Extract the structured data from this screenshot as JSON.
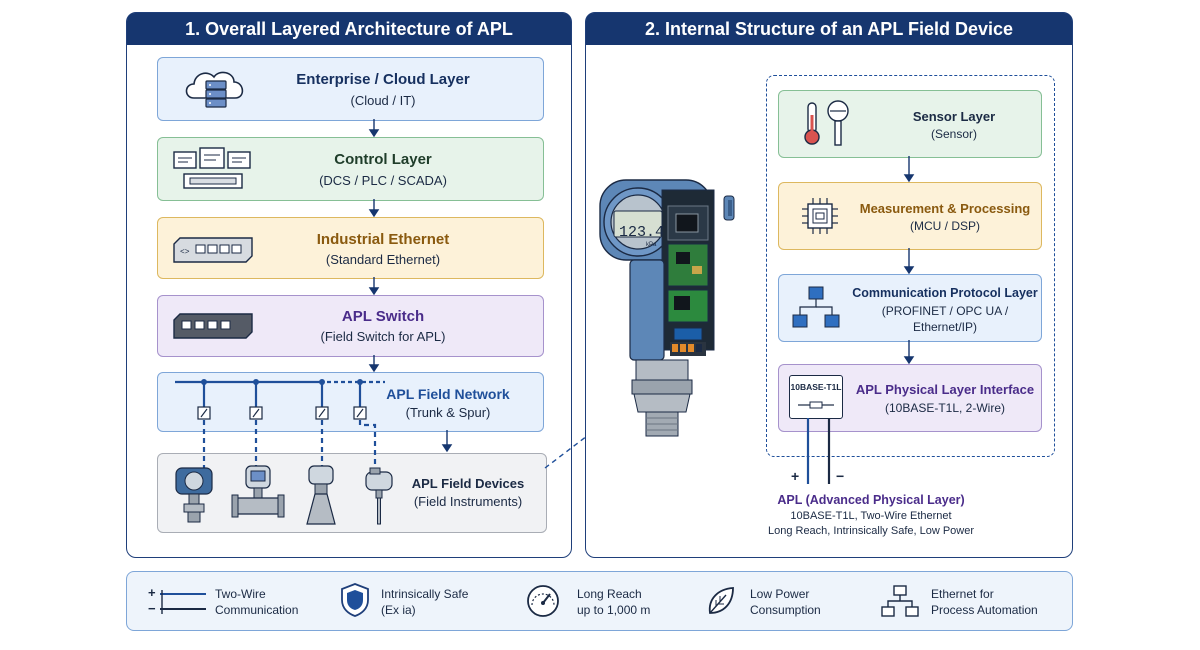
{
  "left_panel": {
    "title": "1. Overall Layered Architecture of APL",
    "layers": [
      {
        "title": "Enterprise / Cloud Layer",
        "subtitle": "(Cloud / IT)"
      },
      {
        "title": "Control Layer",
        "subtitle": "(DCS / PLC / SCADA)"
      },
      {
        "title": "Industrial Ethernet",
        "subtitle": "(Standard Ethernet)"
      },
      {
        "title": "APL Switch",
        "subtitle": "(Field Switch for APL)"
      },
      {
        "title": "APL Field Network",
        "subtitle": "(Trunk & Spur)"
      },
      {
        "title": "APL Field Devices",
        "subtitle": "(Field Instruments)"
      }
    ]
  },
  "right_panel": {
    "title": "2. Internal Structure of an APL Field Device",
    "display_value": "123.4",
    "display_unit": "kPa",
    "layers": [
      {
        "title": "Sensor Layer",
        "subtitle": "(Sensor)"
      },
      {
        "title": "Measurement & Processing",
        "subtitle": "(MCU / DSP)"
      },
      {
        "title": "Communication Protocol Layer",
        "subtitle_lines": [
          "(PROFINET / OPC UA /",
          "Ethernet/IP)"
        ]
      },
      {
        "title": "APL Physical Layer Interface",
        "subtitle": "(10BASE-T1L, 2-Wire)"
      }
    ],
    "phy_chip_label": "10BASE-T1L",
    "plus": "+",
    "minus": "−",
    "apl_caption": {
      "title": "APL (Advanced Physical Layer)",
      "line1": "10BASE-T1L, Two-Wire Ethernet",
      "line2": "Long Reach, Intrinsically Safe, Low Power"
    }
  },
  "legend": {
    "plus": "+",
    "minus": "−",
    "items": [
      {
        "icon": "two-wire-icon",
        "line1": "Two-Wire",
        "line2": "Communication"
      },
      {
        "icon": "shield-icon",
        "line1": "Intrinsically Safe",
        "line2": "(Ex ia)"
      },
      {
        "icon": "gauge-icon",
        "line1": "Long Reach",
        "line2": "up to 1,000 m"
      },
      {
        "icon": "leaf-icon",
        "line1": "Low Power",
        "line2": "Consumption"
      },
      {
        "icon": "network-icon",
        "line1": "Ethernet for",
        "line2": "Process Automation"
      }
    ]
  },
  "colors": {
    "navy": "#16366f",
    "blue_line": "#1f4f9a",
    "green": "#86bf95",
    "amber": "#ddb85f",
    "purple": "#a692cc"
  }
}
